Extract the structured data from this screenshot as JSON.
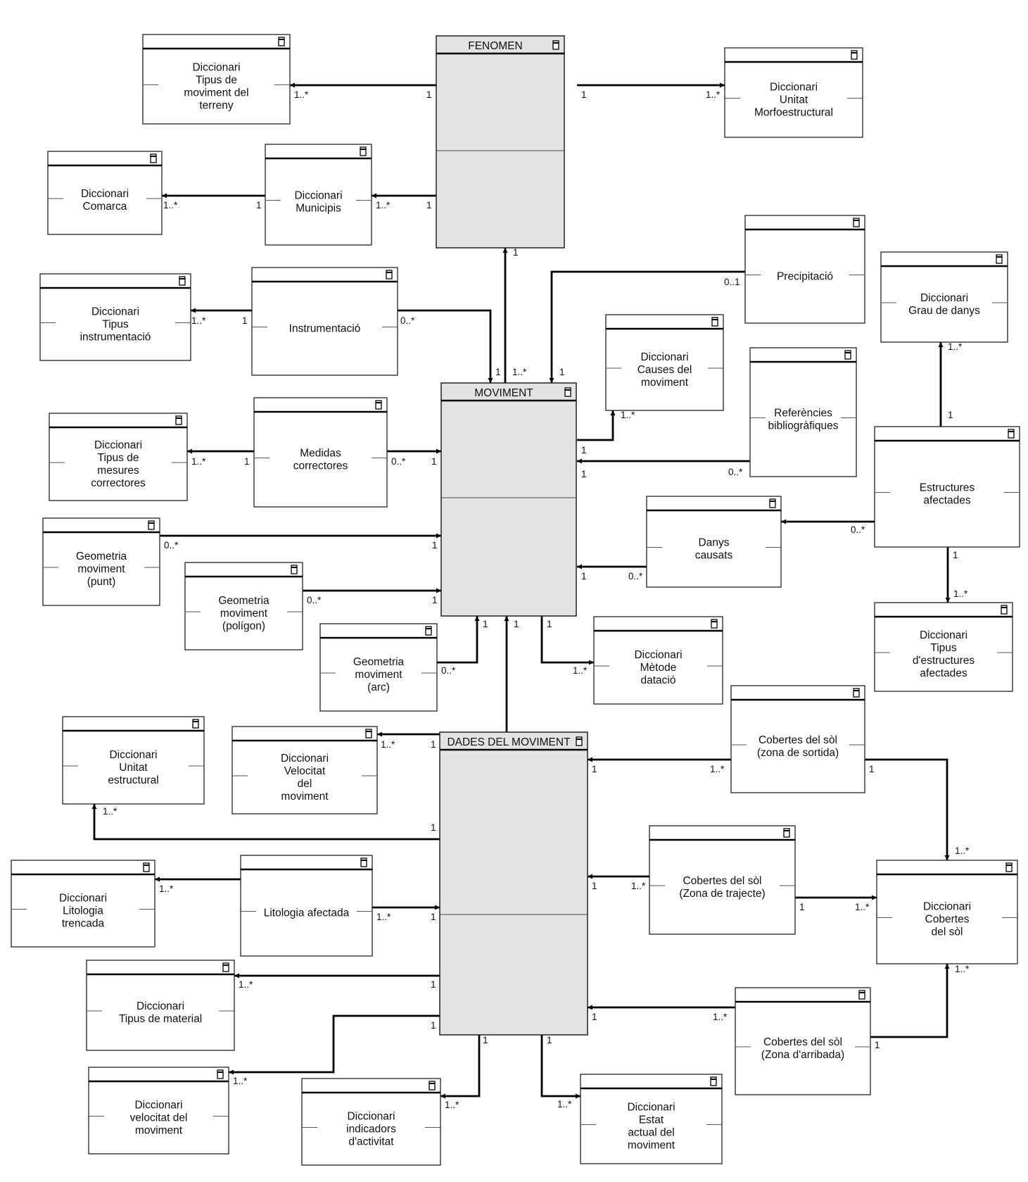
{
  "boxes": [
    {
      "id": "fenomen",
      "title": "FENOMEN",
      "lines": []
    },
    {
      "id": "moviment",
      "title": "MOVIMENT",
      "lines": []
    },
    {
      "id": "dades",
      "title": "DADES DEL MOVIMENT",
      "lines": []
    },
    {
      "id": "dic_tipus_mov_terreny",
      "title": "",
      "lines": [
        "Diccionari",
        "Tipus de",
        "moviment del",
        "terreny"
      ]
    },
    {
      "id": "dic_unitat_morfo",
      "title": "",
      "lines": [
        "Diccionari",
        "Unitat",
        "Morfoestructural"
      ]
    },
    {
      "id": "dic_comarca",
      "title": "",
      "lines": [
        "Diccionari",
        "Comarca"
      ]
    },
    {
      "id": "dic_municipis",
      "title": "",
      "lines": [
        "Diccionari",
        "Municipis"
      ]
    },
    {
      "id": "precipitacio",
      "title": "",
      "lines": [
        "Precipitació"
      ]
    },
    {
      "id": "dic_grau_danys",
      "title": "",
      "lines": [
        "Diccionari",
        "Grau de danys"
      ]
    },
    {
      "id": "dic_tipus_instr",
      "title": "",
      "lines": [
        "Diccionari",
        "Tipus",
        "instrumentació"
      ]
    },
    {
      "id": "instrumentacio",
      "title": "",
      "lines": [
        "Instrumentació"
      ]
    },
    {
      "id": "dic_causes",
      "title": "",
      "lines": [
        "Diccionari",
        "Causes del",
        "moviment"
      ]
    },
    {
      "id": "referencies",
      "title": "",
      "lines": [
        "Referències",
        "bibliogràfiques"
      ]
    },
    {
      "id": "dic_tipus_mesures",
      "title": "",
      "lines": [
        "Diccionari",
        "Tipus de",
        "mesures",
        "correctores"
      ]
    },
    {
      "id": "medidas",
      "title": "",
      "lines": [
        "Medidas",
        "correctores"
      ]
    },
    {
      "id": "estructures",
      "title": "",
      "lines": [
        "Estructures",
        "afectades"
      ]
    },
    {
      "id": "danys",
      "title": "",
      "lines": [
        "Danys",
        "causats"
      ]
    },
    {
      "id": "geo_punt",
      "title": "",
      "lines": [
        "Geometria",
        "moviment",
        "(punt)"
      ]
    },
    {
      "id": "geo_poligon",
      "title": "",
      "lines": [
        "Geometria",
        "moviment",
        "(polígon)"
      ]
    },
    {
      "id": "geo_arc",
      "title": "",
      "lines": [
        "Geometria",
        "moviment",
        "(arc)"
      ]
    },
    {
      "id": "dic_metode",
      "title": "",
      "lines": [
        "Diccionari",
        "Mètode",
        "datació"
      ]
    },
    {
      "id": "dic_tipus_estructures",
      "title": "",
      "lines": [
        "Diccionari",
        "Tipus",
        "d'estructures",
        "afectades"
      ]
    },
    {
      "id": "dic_unitat_estructural",
      "title": "",
      "lines": [
        "Diccionari",
        "Unitat",
        "estructural"
      ]
    },
    {
      "id": "dic_velocitat_cap",
      "title": "",
      "lines": [
        "Diccionari",
        "Velocitat",
        "del",
        "moviment"
      ]
    },
    {
      "id": "cob_sortida",
      "title": "",
      "lines": [
        "Cobertes del sòl",
        "(zona de sortida)"
      ]
    },
    {
      "id": "dic_litologia",
      "title": "",
      "lines": [
        "Diccionari",
        "Litologia",
        "trencada"
      ]
    },
    {
      "id": "litologia_afectada",
      "title": "",
      "lines": [
        "Litologia afectada"
      ]
    },
    {
      "id": "cob_trajecte",
      "title": "",
      "lines": [
        "Cobertes del sòl",
        "(Zona de trajecte)"
      ]
    },
    {
      "id": "dic_cobertes",
      "title": "",
      "lines": [
        "Diccionari",
        "Cobertes",
        "del sòl"
      ]
    },
    {
      "id": "dic_tipus_material",
      "title": "",
      "lines": [
        "Diccionari",
        "Tipus de material"
      ]
    },
    {
      "id": "cob_arribada",
      "title": "",
      "lines": [
        "Cobertes del sòl",
        "(Zona d'arribada)"
      ]
    },
    {
      "id": "dic_velocitat_min",
      "title": "",
      "lines": [
        "Diccionari",
        "velocitat del",
        "moviment"
      ]
    },
    {
      "id": "dic_indicadors",
      "title": "",
      "lines": [
        "Diccionari",
        "indicadors",
        "d'activitat"
      ]
    },
    {
      "id": "dic_estat",
      "title": "",
      "lines": [
        "Diccionari",
        "Estat",
        "actual del",
        "moviment"
      ]
    }
  ],
  "multiplicities": [
    "1",
    "1..*",
    "0..*",
    "0..1"
  ],
  "connections": [
    {
      "from": "fenomen",
      "to": "dic_tipus_mov_terreny",
      "from_mult": "1",
      "to_mult": "1..*"
    },
    {
      "from": "fenomen",
      "to": "dic_unitat_morfo",
      "from_mult": "1",
      "to_mult": "1..*"
    },
    {
      "from": "fenomen",
      "to": "dic_municipis",
      "from_mult": "1",
      "to_mult": "1..*"
    },
    {
      "from": "dic_municipis",
      "to": "dic_comarca",
      "from_mult": "1",
      "to_mult": "1..*"
    },
    {
      "from": "moviment",
      "to": "fenomen",
      "from_mult": "1..*",
      "to_mult": "1"
    },
    {
      "from": "precipitacio",
      "to": "moviment",
      "from_mult": "0..1",
      "to_mult": "1"
    },
    {
      "from": "instrumentacio",
      "to": "dic_tipus_instr",
      "from_mult": "1",
      "to_mult": "1..*"
    },
    {
      "from": "instrumentacio",
      "to": "moviment",
      "from_mult": "0..*",
      "to_mult": "1"
    },
    {
      "from": "moviment",
      "to": "dic_causes",
      "from_mult": "1",
      "to_mult": "1..*"
    },
    {
      "from": "referencies",
      "to": "moviment",
      "from_mult": "0..*",
      "to_mult": "1"
    },
    {
      "from": "medidas",
      "to": "dic_tipus_mesures",
      "from_mult": "1",
      "to_mult": "1..*"
    },
    {
      "from": "medidas",
      "to": "moviment",
      "from_mult": "0..*",
      "to_mult": "1"
    },
    {
      "from": "estructures",
      "to": "dic_grau_danys",
      "from_mult": "1",
      "to_mult": "1..*"
    },
    {
      "from": "estructures",
      "to": "danys",
      "from_mult": "0..*",
      "to_mult": ""
    },
    {
      "from": "estructures",
      "to": "dic_tipus_estructures",
      "from_mult": "1",
      "to_mult": "1..*"
    },
    {
      "from": "danys",
      "to": "moviment",
      "from_mult": "0..*",
      "to_mult": "1"
    },
    {
      "from": "geo_punt",
      "to": "moviment",
      "from_mult": "0..*",
      "to_mult": "1"
    },
    {
      "from": "geo_poligon",
      "to": "moviment",
      "from_mult": "0..*",
      "to_mult": "1"
    },
    {
      "from": "geo_arc",
      "to": "moviment",
      "from_mult": "0..*",
      "to_mult": "1"
    },
    {
      "from": "moviment",
      "to": "dic_metode",
      "from_mult": "1",
      "to_mult": "1..*"
    },
    {
      "from": "dades",
      "to": "moviment",
      "from_mult": "",
      "to_mult": "1"
    },
    {
      "from": "dades",
      "to": "dic_velocitat_cap",
      "from_mult": "1",
      "to_mult": "1..*"
    },
    {
      "from": "dades",
      "to": "dic_unitat_estructural",
      "from_mult": "1",
      "to_mult": "1..*"
    },
    {
      "from": "litologia_afectada",
      "to": "dic_litologia",
      "from_mult": "",
      "to_mult": "1..*"
    },
    {
      "from": "litologia_afectada",
      "to": "dades",
      "from_mult": "1..*",
      "to_mult": "1"
    },
    {
      "from": "dades",
      "to": "dic_tipus_material",
      "from_mult": "1",
      "to_mult": "1..*"
    },
    {
      "from": "dades",
      "to": "dic_velocitat_min",
      "from_mult": "1",
      "to_mult": "1..*"
    },
    {
      "from": "dades",
      "to": "dic_indicadors",
      "from_mult": "1",
      "to_mult": "1..*"
    },
    {
      "from": "dades",
      "to": "dic_estat",
      "from_mult": "1",
      "to_mult": "1..*"
    },
    {
      "from": "cob_sortida",
      "to": "dades",
      "from_mult": "1..*",
      "to_mult": "1"
    },
    {
      "from": "cob_sortida",
      "to": "dic_cobertes",
      "from_mult": "1",
      "to_mult": "1..*"
    },
    {
      "from": "cob_trajecte",
      "to": "dades",
      "from_mult": "1..*",
      "to_mult": "1"
    },
    {
      "from": "cob_trajecte",
      "to": "dic_cobertes",
      "from_mult": "1",
      "to_mult": "1..*"
    },
    {
      "from": "cob_arribada",
      "to": "dades",
      "from_mult": "1..*",
      "to_mult": "1"
    },
    {
      "from": "cob_arribada",
      "to": "dic_cobertes",
      "from_mult": "1",
      "to_mult": "1..*"
    }
  ]
}
